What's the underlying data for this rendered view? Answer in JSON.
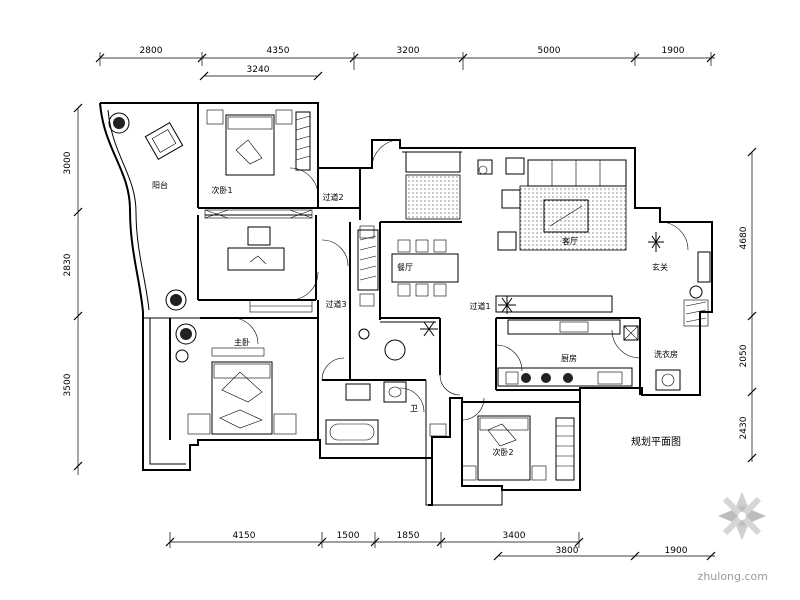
{
  "dimensions": {
    "top": [
      "2800",
      "4350",
      "3200",
      "5000",
      "1900"
    ],
    "top_inner": "3240",
    "left": [
      "3000",
      "2830",
      "3500"
    ],
    "right": [
      "4680",
      "2050",
      "2430"
    ],
    "bottom": [
      "4150",
      "1500",
      "1850",
      "3400"
    ],
    "bottom_outer": [
      "3800",
      "1900"
    ]
  },
  "rooms": {
    "balcony": "阳台",
    "second_bedroom_1": "次卧1",
    "corridor_2": "过道2",
    "dining": "餐厅",
    "living": "客厅",
    "entrance": "玄关",
    "corridor_3": "过道3",
    "corridor_1": "过道1",
    "master_bedroom": "主卧",
    "kitchen": "厨房",
    "laundry": "洗衣房",
    "bathroom": "卫",
    "second_bedroom_2": "次卧2"
  },
  "title": "规划平面图",
  "watermark": "zhulong.com"
}
